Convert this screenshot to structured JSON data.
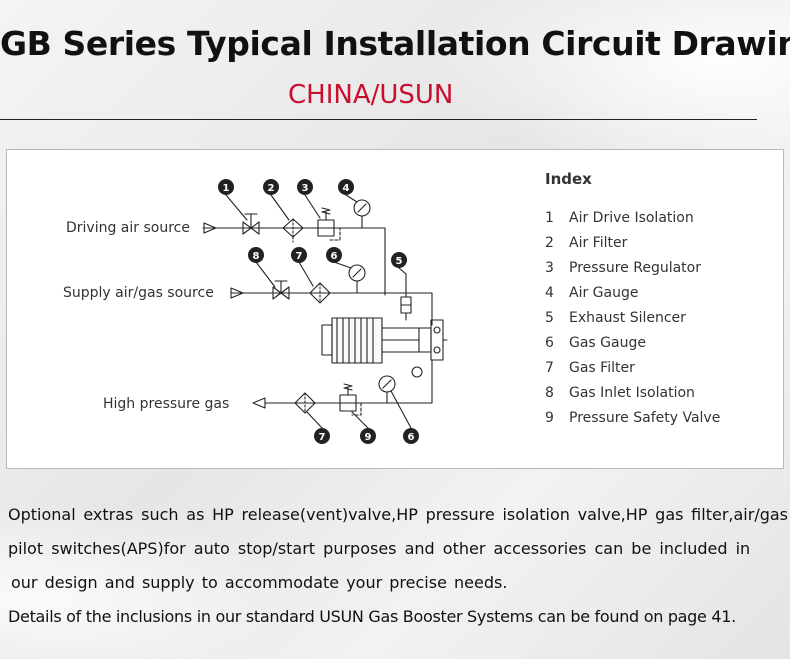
{
  "header": {
    "title": "GB Series Typical Installation Circuit Drawing",
    "subtitle": "CHINA/USUN"
  },
  "diagram": {
    "sources": {
      "driving": "Driving air source",
      "supply": "Supply air/gas source",
      "output": "High pressure gas"
    },
    "callouts": [
      "1",
      "2",
      "3",
      "4",
      "5",
      "6",
      "7",
      "8",
      "9"
    ],
    "index_title": "Index",
    "index": [
      {
        "num": "1",
        "label": "Air Drive Isolation"
      },
      {
        "num": "2",
        "label": "Air Filter"
      },
      {
        "num": "3",
        "label": "Pressure Regulator"
      },
      {
        "num": "4",
        "label": "Air Gauge"
      },
      {
        "num": "5",
        "label": "Exhaust Silencer"
      },
      {
        "num": "6",
        "label": "Gas Gauge"
      },
      {
        "num": "7",
        "label": "Gas Filter"
      },
      {
        "num": "8",
        "label": "Gas Inlet Isolation"
      },
      {
        "num": "9",
        "label": "Pressure Safety Valve"
      }
    ]
  },
  "body_text": {
    "line1": "Optional extras such as HP release(vent)valve,HP pressure isolation valve,HP gas filter,air/gas",
    "line2": "pilot switches(APS)for auto stop/start purposes and other accessories can be included in",
    "line3": "our design and supply to accommodate your precise needs.",
    "line4": "Details of the inclusions in our standard USUN Gas Booster Systems can be found on page 41."
  },
  "colors": {
    "accent_red": "#c8102e",
    "text": "#111111",
    "line": "#222222"
  }
}
